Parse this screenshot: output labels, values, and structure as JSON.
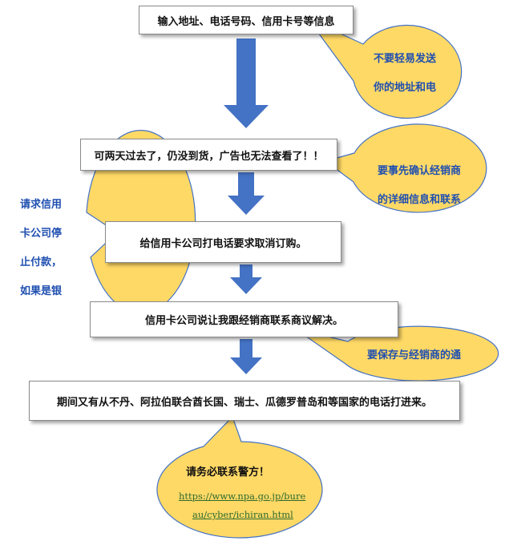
{
  "steps": [
    {
      "label": "输入地址、电话号码、信用卡号等信息"
    },
    {
      "label": "可两天过去了，仍没到货，广告也无法查看了！！"
    },
    {
      "label": "给信用卡公司打电话要求取消订购。"
    },
    {
      "label": "信用卡公司说让我跟经销商联系商议解决。"
    },
    {
      "label": "期间又有从不丹、阿拉伯联合酋长国、瑞士、瓜德罗普岛和等国家的电话打进来。"
    }
  ],
  "callouts": {
    "address_warning": {
      "line1": "不要轻易发送",
      "line2": "你的地址和电"
    },
    "check_dealer": {
      "line1": "要事先确认经销商",
      "line2": "的详细信息和联系"
    },
    "request_stop": {
      "line1": "请求信用",
      "line2": "卡公司停",
      "line3": "止付款，",
      "line4": "如果是银"
    },
    "keep_records": {
      "line1": "要保存与经销商的通"
    },
    "contact_police": {
      "title": "请务必联系警方！",
      "link_line1": "https://www.npa.go.jp/bure",
      "link_line2": "au/cyber/ichiran.html"
    }
  },
  "colors": {
    "arrow": "#4472c4",
    "callout_fill": "#ffd966",
    "callout_stroke": "#4472c4",
    "callout_text": "#1f4fb0",
    "box_border": "#8a8a8a"
  }
}
